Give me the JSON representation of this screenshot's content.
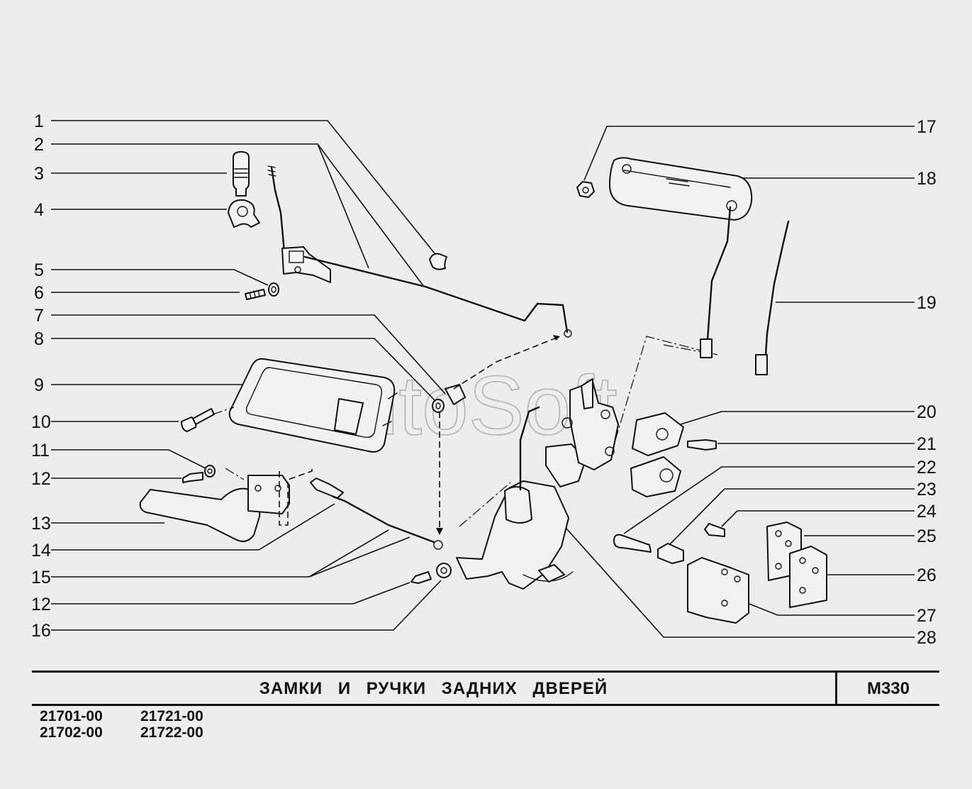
{
  "title": "ЗАМКИ И РУЧКИ ЗАДНИХ ДВЕРЕЙ",
  "page_code": "М330",
  "watermark": "AutoSoft",
  "models": [
    [
      "21701-00",
      "21702-00"
    ],
    [
      "21721-00",
      "21722-00"
    ]
  ],
  "callouts_left": [
    "1",
    "2",
    "3",
    "4",
    "5",
    "6",
    "7",
    "8",
    "9",
    "10",
    "11",
    "12",
    "13",
    "14",
    "15",
    "12",
    "16"
  ],
  "callouts_right": [
    "17",
    "18",
    "19",
    "20",
    "21",
    "22",
    "23",
    "24",
    "25",
    "26",
    "27",
    "28"
  ]
}
